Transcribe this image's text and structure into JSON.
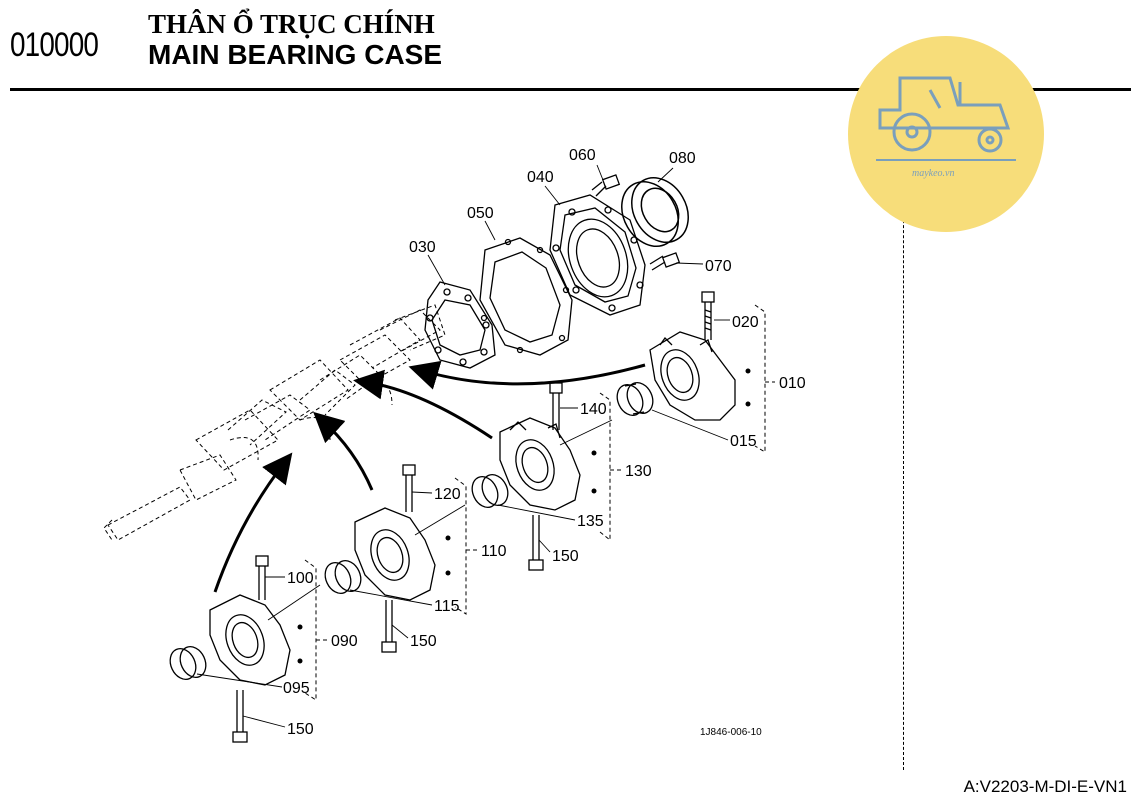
{
  "header": {
    "code": "010000",
    "title_vi": "THÂN Ổ TRỤC CHÍNH",
    "title_en": "MAIN BEARING CASE"
  },
  "footer": {
    "model_code": "A:V2203-M-DI-E-VN1"
  },
  "drawing_ref": "1J846-006-10",
  "watermark": {
    "text": "maykeo.vn",
    "color": "#f7dd7a"
  },
  "parts": {
    "p010": "010",
    "p015": "015",
    "p020": "020",
    "p030": "030",
    "p040": "040",
    "p050": "050",
    "p060": "060",
    "p070": "070",
    "p080": "080",
    "p090": "090",
    "p095": "095",
    "p100": "100",
    "p110": "110",
    "p115": "115",
    "p120": "120",
    "p130": "130",
    "p135": "135",
    "p140": "140",
    "p150a": "150",
    "p150b": "150",
    "p150c": "150"
  }
}
